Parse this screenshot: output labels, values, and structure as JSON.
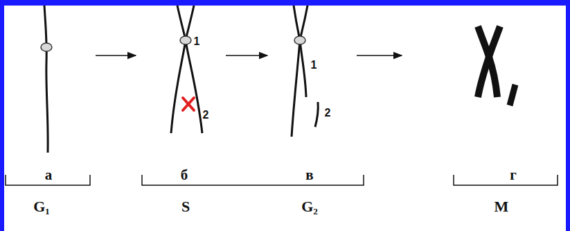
{
  "diagram": {
    "labels": [
      "1",
      "2",
      "1",
      "2",
      "а",
      "б",
      "в",
      "г",
      "G₁",
      "S",
      "G₂",
      "M"
    ]
  }
}
